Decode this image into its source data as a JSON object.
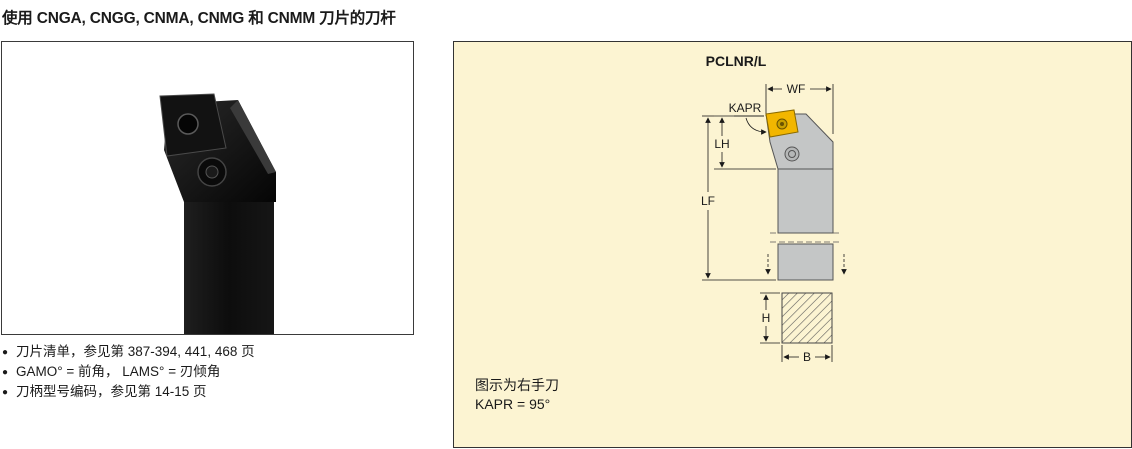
{
  "title": "使用 CNGA, CNGG, CNMA, CNMG 和 CNMM 刀片的刀杆",
  "notes": [
    "刀片清单，参见第 387-394, 441, 468 页",
    "GAMO° = 前角， LAMS° = 刃倾角",
    "刀柄型号编码，参见第 14-15 页"
  ],
  "bullet_glyph": "●",
  "diagram": {
    "title": "PCLNR/L",
    "labels": {
      "kapr": "KAPR",
      "wf": "WF",
      "lh": "LH",
      "lf": "LF",
      "h": "H",
      "b": "B"
    },
    "caption_line1": "图示为右手刀",
    "caption_line2": "KAPR = 95°"
  },
  "colors": {
    "diagram_background": "#fcf4d2",
    "insert_yellow": "#f2b600",
    "holder_gray": "#c4c6c6",
    "text": "#1a1a1a"
  },
  "icons": [
    "toolholder-photo",
    "insert-screw-icon",
    "clamp-screw-icon",
    "section-hatch"
  ]
}
